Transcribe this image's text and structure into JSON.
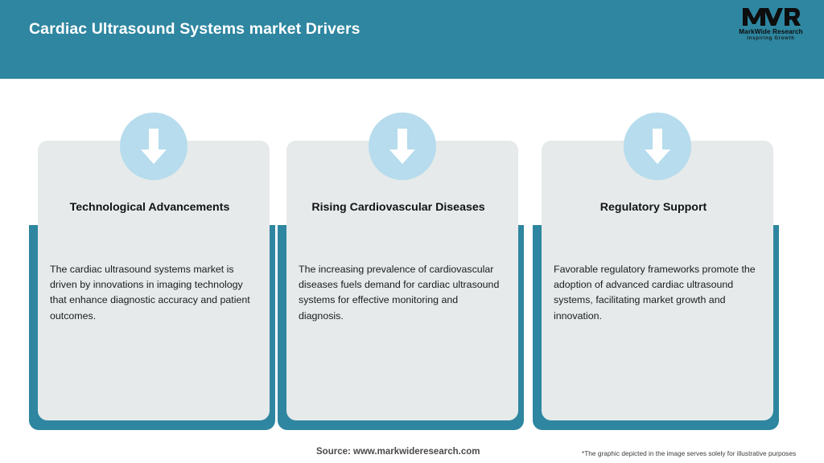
{
  "header": {
    "title": "Cardiac Ultrasound Systems market Drivers",
    "background_color": "#2e86a0",
    "title_color": "#ffffff"
  },
  "logo": {
    "mark": "MWR",
    "name": "MarkWide Research",
    "tagline": "Inspiring Growth"
  },
  "theme": {
    "teal": "#2e86a0",
    "card_bg": "#e6eaea",
    "icon_circle": "#b6dced",
    "arrow": "#ffffff"
  },
  "cards": [
    {
      "icon": "arrow-down-icon",
      "title": "Technological Advancements",
      "body": "The cardiac ultrasound systems market is driven by innovations in imaging technology that enhance diagnostic accuracy and patient outcomes."
    },
    {
      "icon": "arrow-down-icon",
      "title": "Rising Cardiovascular Diseases",
      "body": "The increasing prevalence of cardiovascular diseases fuels demand for cardiac ultrasound systems for effective monitoring and diagnosis."
    },
    {
      "icon": "arrow-down-icon",
      "title": "Regulatory Support",
      "body": "Favorable regulatory frameworks promote the adoption of advanced cardiac ultrasound systems, facilitating market growth and innovation."
    }
  ],
  "footer": {
    "source": "Source: www.markwideresearch.com",
    "disclaimer": "*The graphic depicted in the image serves solely for illustrative purposes"
  }
}
